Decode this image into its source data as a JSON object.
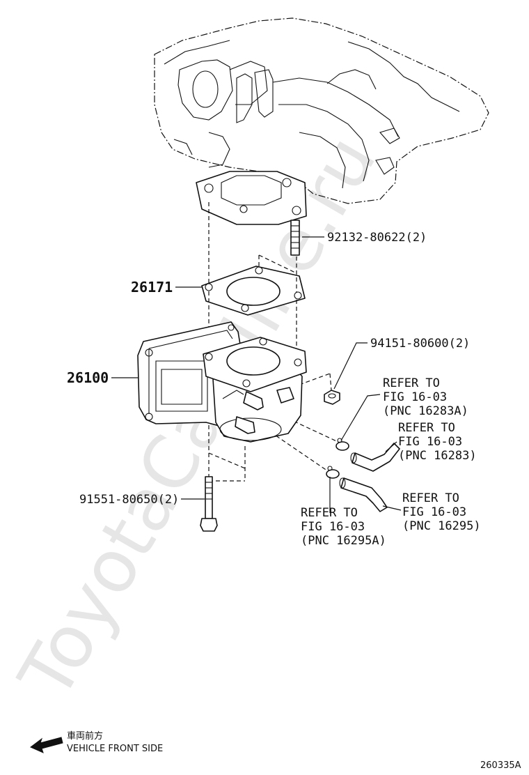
{
  "watermark": "ToyotaCarMine.ru",
  "diagram_code": "260335A",
  "direction": {
    "japanese": "車両前方",
    "english": "VEHICLE FRONT SIDE"
  },
  "callouts": {
    "stud": "92132-80622(2)",
    "gasket": "26171",
    "throttle_body": "26100",
    "nut": "94151-80600(2)",
    "bolt": "91551-80650(2)"
  },
  "references": [
    {
      "line1": "REFER TO",
      "line2": "FIG 16-03",
      "line3": "(PNC 16283A)"
    },
    {
      "line1": "REFER TO",
      "line2": "FIG 16-03",
      "line3": "(PNC 16283)"
    },
    {
      "line1": "REFER TO",
      "line2": "FIG 16-03",
      "line3": "(PNC 16295)"
    },
    {
      "line1": "REFER TO",
      "line2": "FIG 16-03",
      "line3": "(PNC 16295A)"
    }
  ]
}
